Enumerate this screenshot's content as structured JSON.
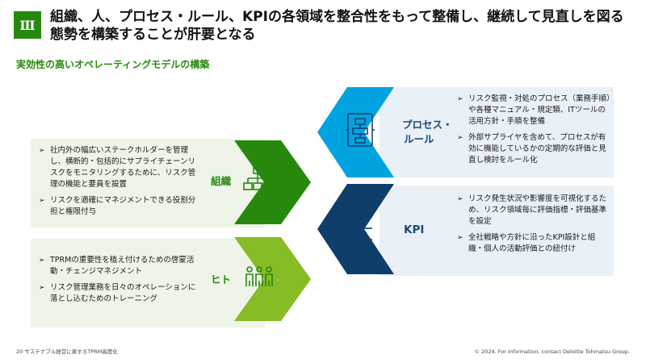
{
  "header": {
    "section_number": "Ⅲ",
    "title": "組織、人、プロセス・ルール、KPIの各領域を整合性をもって整備し、継続して見直しを図る態勢を構築することが肝要となる"
  },
  "subtitle": "実効性の高いオペレーティングモデルの構築",
  "organization": {
    "label": "組織",
    "icon": "org-chart-icon",
    "bullets": [
      "社内外の幅広いステークホルダーを管理し、横断的・包括的にサプライチェーンリスクをモニタリングするために、リスク管理の機能と要員を設置",
      "リスクを適確にマネジメントできる役割分担と権限付与"
    ]
  },
  "people": {
    "label": "ヒト",
    "icon": "people-icon",
    "bullets": [
      "TPRMの重要性を植え付けるための啓蒙活動・チェンジマネジメント",
      "リスク管理業務を日々のオペレーションに落とし込むためのトレーニング"
    ]
  },
  "process": {
    "label_line1": "プロセス・",
    "label_line2": "ルール",
    "icon": "process-flow-icon",
    "bullets": [
      "リスク監視・対処のプロセス（業務手順）や各種マニュアル・規定類、ITツールの活用方針・手順を整備",
      "外部サプライヤを含めて、プロセスが有効に機能しているかの定期的な評価と見直し検討をルール化"
    ]
  },
  "kpi": {
    "label": "KPI",
    "icon": "checklist-icon",
    "bullets": [
      "リスク発生状況や影響度を可視化するため、リスク領域毎に評価指標・評価基準を設定",
      "全社戦略や方針に沿ったKPI設計と組織・個人の活動評価との紐付け"
    ]
  },
  "colors": {
    "green": "#26890d",
    "green_light": "#86bc25",
    "blue_dark": "#0f3e6a",
    "blue_light": "#00a3e0"
  },
  "footer": {
    "left": "20  サステナブル経営に資するTPRM高度化",
    "right": "© 2024. For information, contact Deloitte Tohmatsu Group."
  }
}
